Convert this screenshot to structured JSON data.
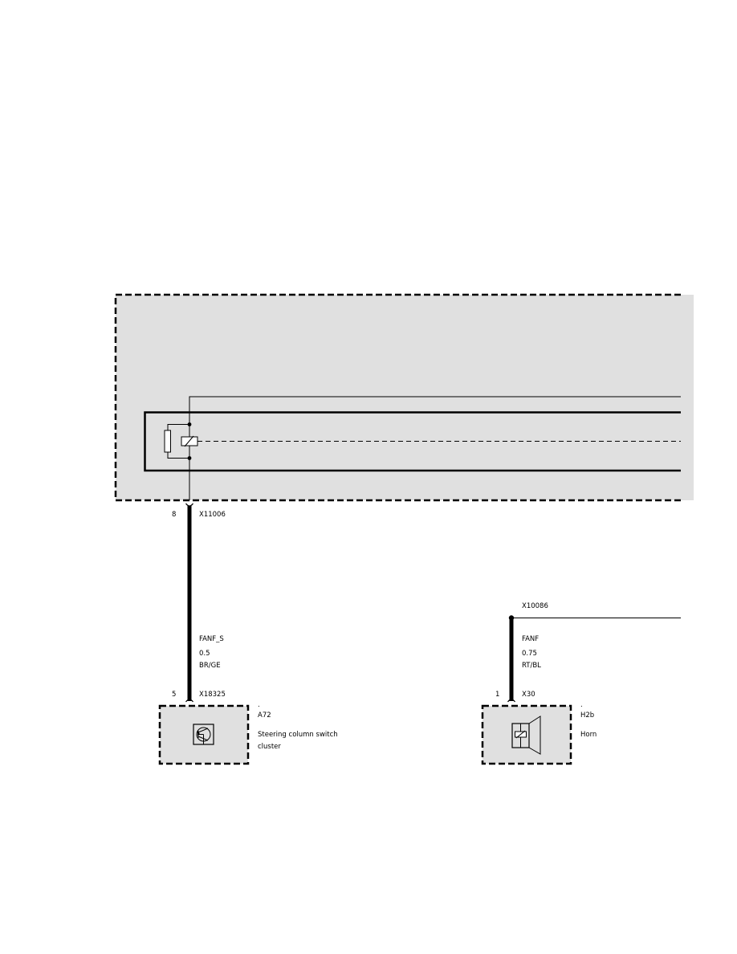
{
  "colors": {
    "module_fill": "#e0e0e0",
    "line": "#000000",
    "background": "#ffffff"
  },
  "upper_connector": {
    "pin": "8",
    "id": "X11006"
  },
  "left_branch": {
    "wire_name": "FANF_S",
    "gauge": "0.5",
    "color_code": "BR/GE",
    "connector_pin": "5",
    "connector_id": "X18325",
    "component_mark": ".",
    "component_id": "A72",
    "component_name_line1": "Steering column switch",
    "component_name_line2": "cluster",
    "icon": "transistor-icon"
  },
  "right_branch": {
    "junction_id": "X10086",
    "wire_name": "FANF",
    "gauge": "0.75",
    "color_code": "RT/BL",
    "connector_pin": "1",
    "connector_id": "X30",
    "component_mark": ".",
    "component_id": "H2b",
    "component_name": "Horn",
    "icon": "horn-speaker-icon"
  }
}
